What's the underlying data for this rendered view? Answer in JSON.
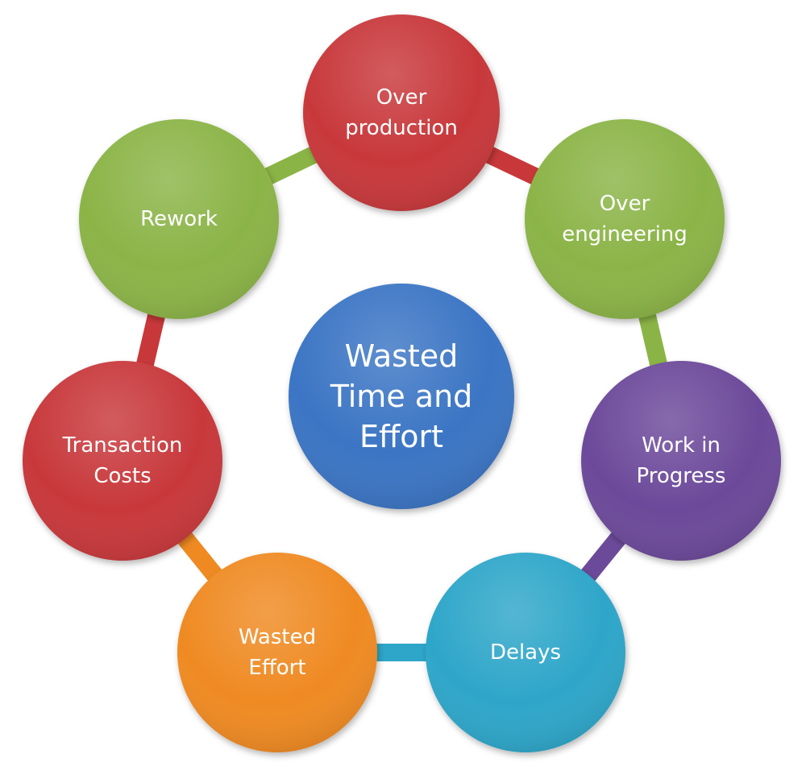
{
  "center": {
    "lines": [
      "Wasted",
      "Time and",
      "Effort"
    ],
    "color": "#3a74c4"
  },
  "nodes": [
    {
      "id": "over-production",
      "lines": [
        "Over",
        "production"
      ],
      "color": "#c8383a"
    },
    {
      "id": "over-engineering",
      "lines": [
        "Over",
        "engineering"
      ],
      "color": "#8bb446"
    },
    {
      "id": "work-in-progress",
      "lines": [
        "Work in",
        "Progress"
      ],
      "color": "#6c4a9a"
    },
    {
      "id": "delays",
      "lines": [
        "Delays"
      ],
      "color": "#2ea6c9"
    },
    {
      "id": "wasted-effort",
      "lines": [
        "Wasted",
        "Effort"
      ],
      "color": "#ef8a22"
    },
    {
      "id": "transaction-costs",
      "lines": [
        "Transaction",
        "Costs"
      ],
      "color": "#c8383a"
    },
    {
      "id": "rework",
      "lines": [
        "Rework"
      ],
      "color": "#8bb446"
    }
  ]
}
